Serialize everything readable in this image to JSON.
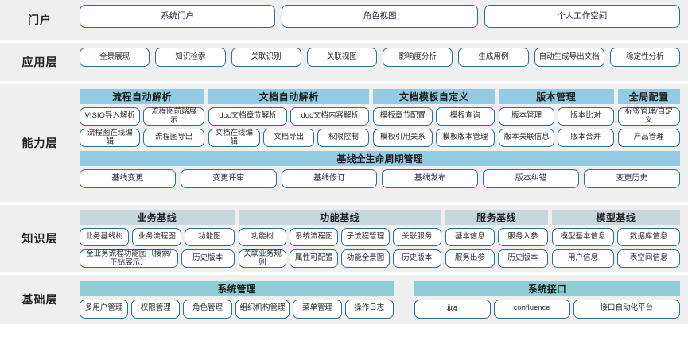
{
  "layers": [
    {
      "key": "portal",
      "label": "门户",
      "items": [
        "系统门户",
        "角色视图",
        "个人工作空间"
      ]
    },
    {
      "key": "application",
      "label": "应用层",
      "items": [
        "全景展现",
        "知识检索",
        "关联识别",
        "关联视图",
        "影响度分析",
        "生成用例",
        "自动生成导出文档",
        "稳定性分析"
      ]
    },
    {
      "key": "capability",
      "label": "能力层",
      "groups": [
        {
          "title": "流程自动解析",
          "flex": 152,
          "rows": [
            [
              "VISIO导入解析",
              "流程图前端展示"
            ],
            [
              "流程图在线编辑",
              "流程图导出"
            ]
          ]
        },
        {
          "title": "文档自动解析",
          "flex": 196,
          "rows": [
            [
              "doc文档章节解析",
              "doc文档内容解析"
            ],
            [
              "文档在线编辑",
              "文档导出",
              "权限控制"
            ]
          ]
        },
        {
          "title": "文档模板自定义",
          "flex": 148,
          "rows": [
            [
              "模板章节配置",
              "模板查询"
            ],
            [
              "模板引用关系",
              "模板版本管理"
            ]
          ]
        },
        {
          "title": "版本管理",
          "flex": 140,
          "rows": [
            [
              "版本管理",
              "版本比对"
            ],
            [
              "版本关联信息",
              "版本合并"
            ]
          ]
        },
        {
          "title": "全局配置",
          "flex": 76,
          "rows": [
            [
              "标签管理/自定义"
            ],
            [
              "产品管理"
            ]
          ]
        }
      ],
      "wide": {
        "title": "基线全生命周期管理",
        "items": [
          "基线变更",
          "变更评审",
          "基线修订",
          "基线发布",
          "版本纠错",
          "变更历史"
        ]
      }
    },
    {
      "key": "knowledge",
      "label": "知识层",
      "groups": [
        {
          "title": "业务基线",
          "flex": 193,
          "rows": [
            [
              "业务基线树",
              "业务流程图",
              "功能图"
            ],
            [
              "全业务流程功能图（搜索/下钻展示）",
              "历史版本"
            ]
          ],
          "weights": [
            [
              1,
              1,
              1
            ],
            [
              2,
              1
            ]
          ]
        },
        {
          "title": "功能基线",
          "flex": 253,
          "rows": [
            [
              "功能树",
              "系统流程图",
              "子流程管理",
              "关联服务"
            ],
            [
              "关联业务规则",
              "属性可配置",
              "功能全景图",
              "历史版本"
            ]
          ]
        },
        {
          "title": "服务基线",
          "flex": 128,
          "rows": [
            [
              "基本信息",
              "服务入参"
            ],
            [
              "服务出参",
              "历史版本"
            ]
          ]
        },
        {
          "title": "模型基线",
          "flex": 160,
          "rows": [
            [
              "模型基本信息",
              "数据库信息"
            ],
            [
              "用户信息",
              "表空间信息"
            ]
          ]
        }
      ]
    },
    {
      "key": "foundation",
      "label": "基础层",
      "panels": [
        {
          "title": "系统管理",
          "flex": 390,
          "items": [
            "多用户管理",
            "权限管理",
            "角色管理",
            "组织机构管理",
            "菜单管理",
            "操作日志"
          ],
          "weights": [
            1,
            1,
            1,
            1.15,
            1,
            1
          ]
        },
        {
          "title": "系统接口",
          "flex": 330,
          "items": [
            "jira",
            "confluence",
            "接口自动化平台"
          ],
          "weights": [
            1,
            1,
            1.45
          ],
          "spellcheck_index": 0
        }
      ]
    }
  ],
  "colors": {
    "band_bg": "#efefef",
    "chip_border": "#2e6f8e",
    "capability_head": "#93cce2",
    "knowledge_head": "#c6d8dc",
    "foundation_head": "#8ecdd5",
    "text": "#222222"
  }
}
